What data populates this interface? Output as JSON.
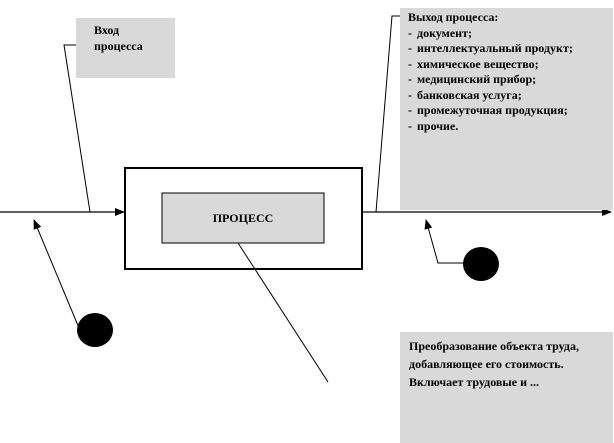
{
  "input": {
    "label": "Вход процесса"
  },
  "process": {
    "label": "ПРОЦЕСС"
  },
  "output": {
    "title": "Выход процесса:",
    "items": [
      "документ;",
      "интеллектуальный продукт;",
      "химическое вещество;",
      "медицинский прибор;",
      "банковская услуга;",
      "промежуточная продукция;",
      "прочие."
    ]
  },
  "transformation": {
    "text": "Преобразование объекта труда, добавляющее его стоимость. Включает трудовые и ..."
  },
  "colors": {
    "callout_fill": "#d9d9d9",
    "line": "#000000",
    "page": "#ffffff"
  }
}
